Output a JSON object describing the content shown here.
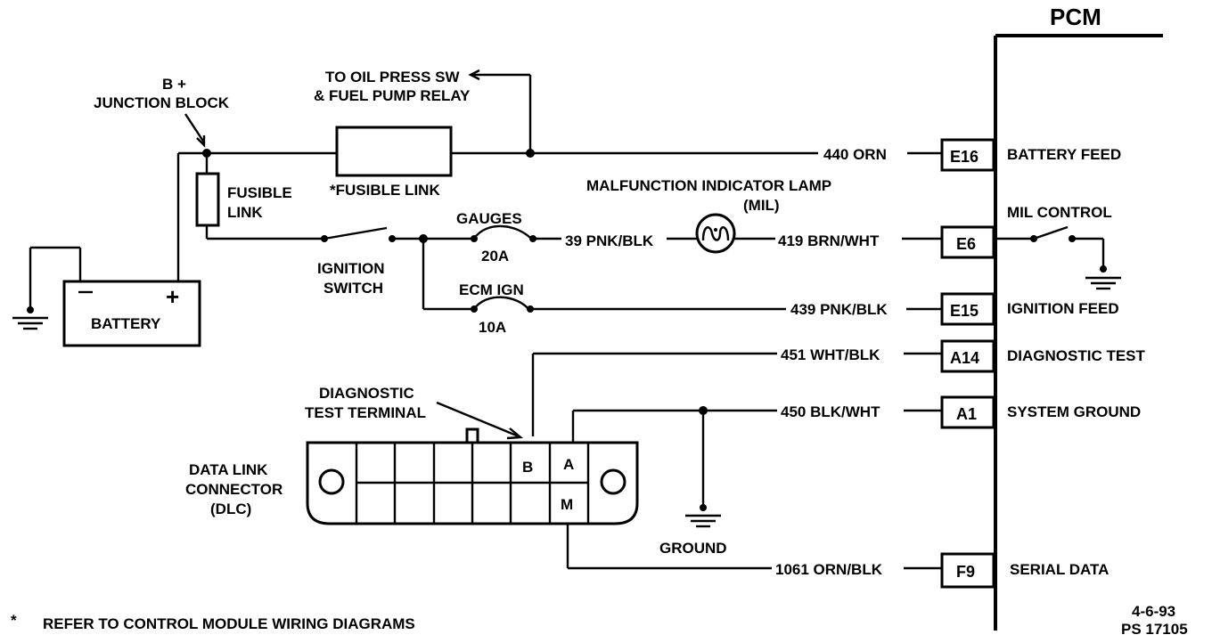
{
  "pcm": {
    "title": "PCM"
  },
  "pins": [
    {
      "id": "E16",
      "wire": "440 ORN",
      "function": "BATTERY FEED"
    },
    {
      "id": "E6",
      "wire": "419 BRN/WHT",
      "function": "MIL CONTROL"
    },
    {
      "id": "E15",
      "wire": "439 PNK/BLK",
      "function": "IGNITION FEED"
    },
    {
      "id": "A14",
      "wire": "451 WHT/BLK",
      "function": "DIAGNOSTIC TEST"
    },
    {
      "id": "A1",
      "wire": "450 BLK/WHT",
      "function": "SYSTEM GROUND"
    },
    {
      "id": "F9",
      "wire": "1061 ORN/BLK",
      "function": "SERIAL DATA"
    }
  ],
  "junction_block": {
    "line1": "B +",
    "line2": "JUNCTION BLOCK"
  },
  "to_oil": {
    "line1": "TO OIL PRESS SW",
    "line2": "& FUEL PUMP RELAY"
  },
  "fusible_link_star": "*FUSIBLE LINK",
  "fusible_link": {
    "line1": "FUSIBLE",
    "line2": "LINK"
  },
  "battery": {
    "label": "BATTERY",
    "minus": "−",
    "plus": "+"
  },
  "ignition_switch": {
    "line1": "IGNITION",
    "line2": "SWITCH"
  },
  "gauges_fuse": {
    "name": "GAUGES",
    "rating": "20A",
    "wire": "39 PNK/BLK"
  },
  "ecm_fuse": {
    "name": "ECM IGN",
    "rating": "10A"
  },
  "mil_lamp": {
    "line1": "MALFUNCTION INDICATOR LAMP",
    "line2": "(MIL)"
  },
  "diag_terminal": {
    "line1": "DIAGNOSTIC",
    "line2": "TEST TERMINAL"
  },
  "dlc": {
    "line1": "DATA LINK",
    "line2": "CONNECTOR",
    "line3": "(DLC)",
    "cavities": [
      "B",
      "A",
      "M"
    ]
  },
  "ground": "GROUND",
  "footnote": {
    "star": "*",
    "text": "REFER TO CONTROL MODULE WIRING DIAGRAMS"
  },
  "date": "4-6-93",
  "ps_number": "PS 17105"
}
